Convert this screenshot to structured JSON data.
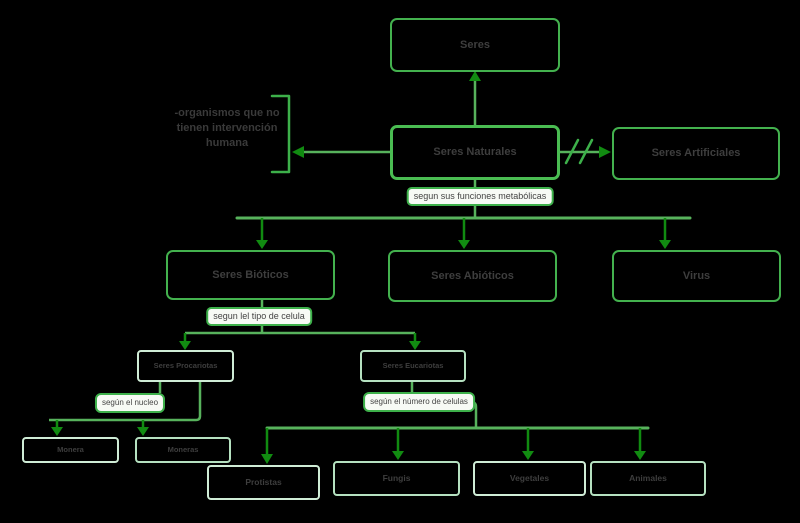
{
  "nodes": {
    "seres": "Seres",
    "naturales": "Seres Naturales",
    "artificiales": "Seres Artificiales",
    "bioticos": "Seres Bióticos",
    "abioticos": "Seres Abióticos",
    "virus": "Virus",
    "procariotas": "Seres Procariotas",
    "eucariotas": "Seres Eucariotas",
    "monera": "Monera",
    "moneras": "Moneras",
    "protistas": "Protistas",
    "fungis": "Fungis",
    "vegetales": "Vegetales",
    "animales": "Animales"
  },
  "edge_labels": {
    "metabolicas": "segun sus funciones metabólicas",
    "tipo_celula": "segun lel tipo de celula",
    "nucleo": "según el nucleo",
    "numero_celulas": "según el número de celulas"
  },
  "annotation": {
    "naturales_note": "-organismos que no tienen intervención humana"
  },
  "colors": {
    "canvas_bg": "#000000",
    "node_border_strong": "#43b14e",
    "node_border_pale": "#cfecd6",
    "edge_line": "#57b25c",
    "arrow_head": "#118b11",
    "bracket": "#3db04a",
    "label_bg": "#f7faf5",
    "label_border": "#3db04a",
    "node_text": "#3e3e3e"
  }
}
